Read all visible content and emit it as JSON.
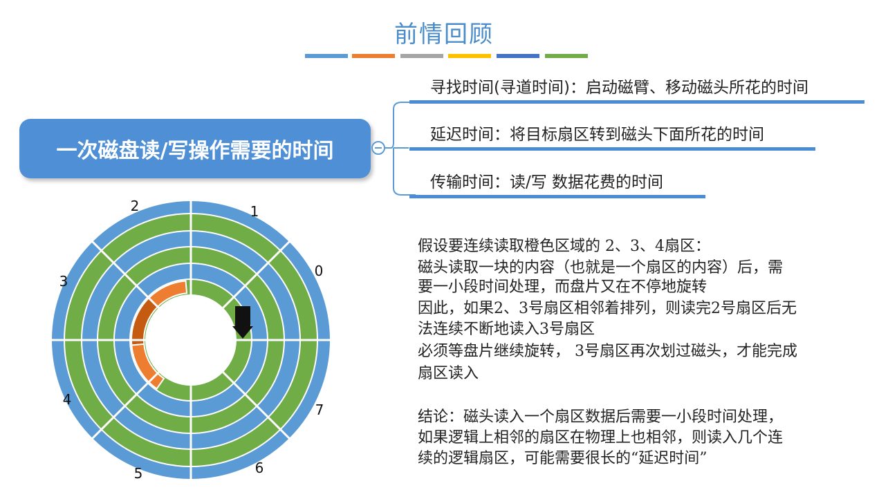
{
  "title": "前情回顾",
  "header_bar_colors": [
    "#5b9bd5",
    "#ed7d31",
    "#a5a5a5",
    "#ffc000",
    "#4472c4",
    "#70ad47"
  ],
  "main_topic": "一次磁盘读/写操作需要的时间",
  "branches": [
    "寻找时间(寻道时间)：启动磁臂、移动磁头所花的时间",
    "延迟时间：将目标扇区转到磁头下面所花的时间",
    "传输时间：读/写 数据花费的时间"
  ],
  "disk": {
    "sector_labels": [
      "0",
      "1",
      "2",
      "3",
      "4",
      "5",
      "6",
      "7"
    ],
    "highlighted_sectors": [
      "2",
      "3",
      "4"
    ],
    "colors": {
      "outer_ring": "#5b9bd5",
      "track": "#70ad47",
      "highlight": "#ed7d31",
      "highlight_dark": "#c55a11",
      "head": "#111111"
    }
  },
  "explanation": [
    "假设要连续读取橙色区域的 2、3、4扇区：",
    "磁头读取一块的内容（也就是一个扇区的内容）后，需",
    "要一小段时间处理，而盘片又在不停地旋转",
    "因此，如果2、3号扇区相邻着排列，则读完2号扇区后无",
    "法连续不断地读入3号扇区",
    "必须等盘片继续旋转， 3号扇区再次划过磁头，才能完成",
    "扇区读入"
  ],
  "conclusion": [
    "结论：磁头读入一个扇区数据后需要一小段时间处理，",
    "如果逻辑上相邻的扇区在物理上也相邻，则读入几个连",
    "续的逻辑扇区，可能需要很长的“延迟时间”"
  ]
}
